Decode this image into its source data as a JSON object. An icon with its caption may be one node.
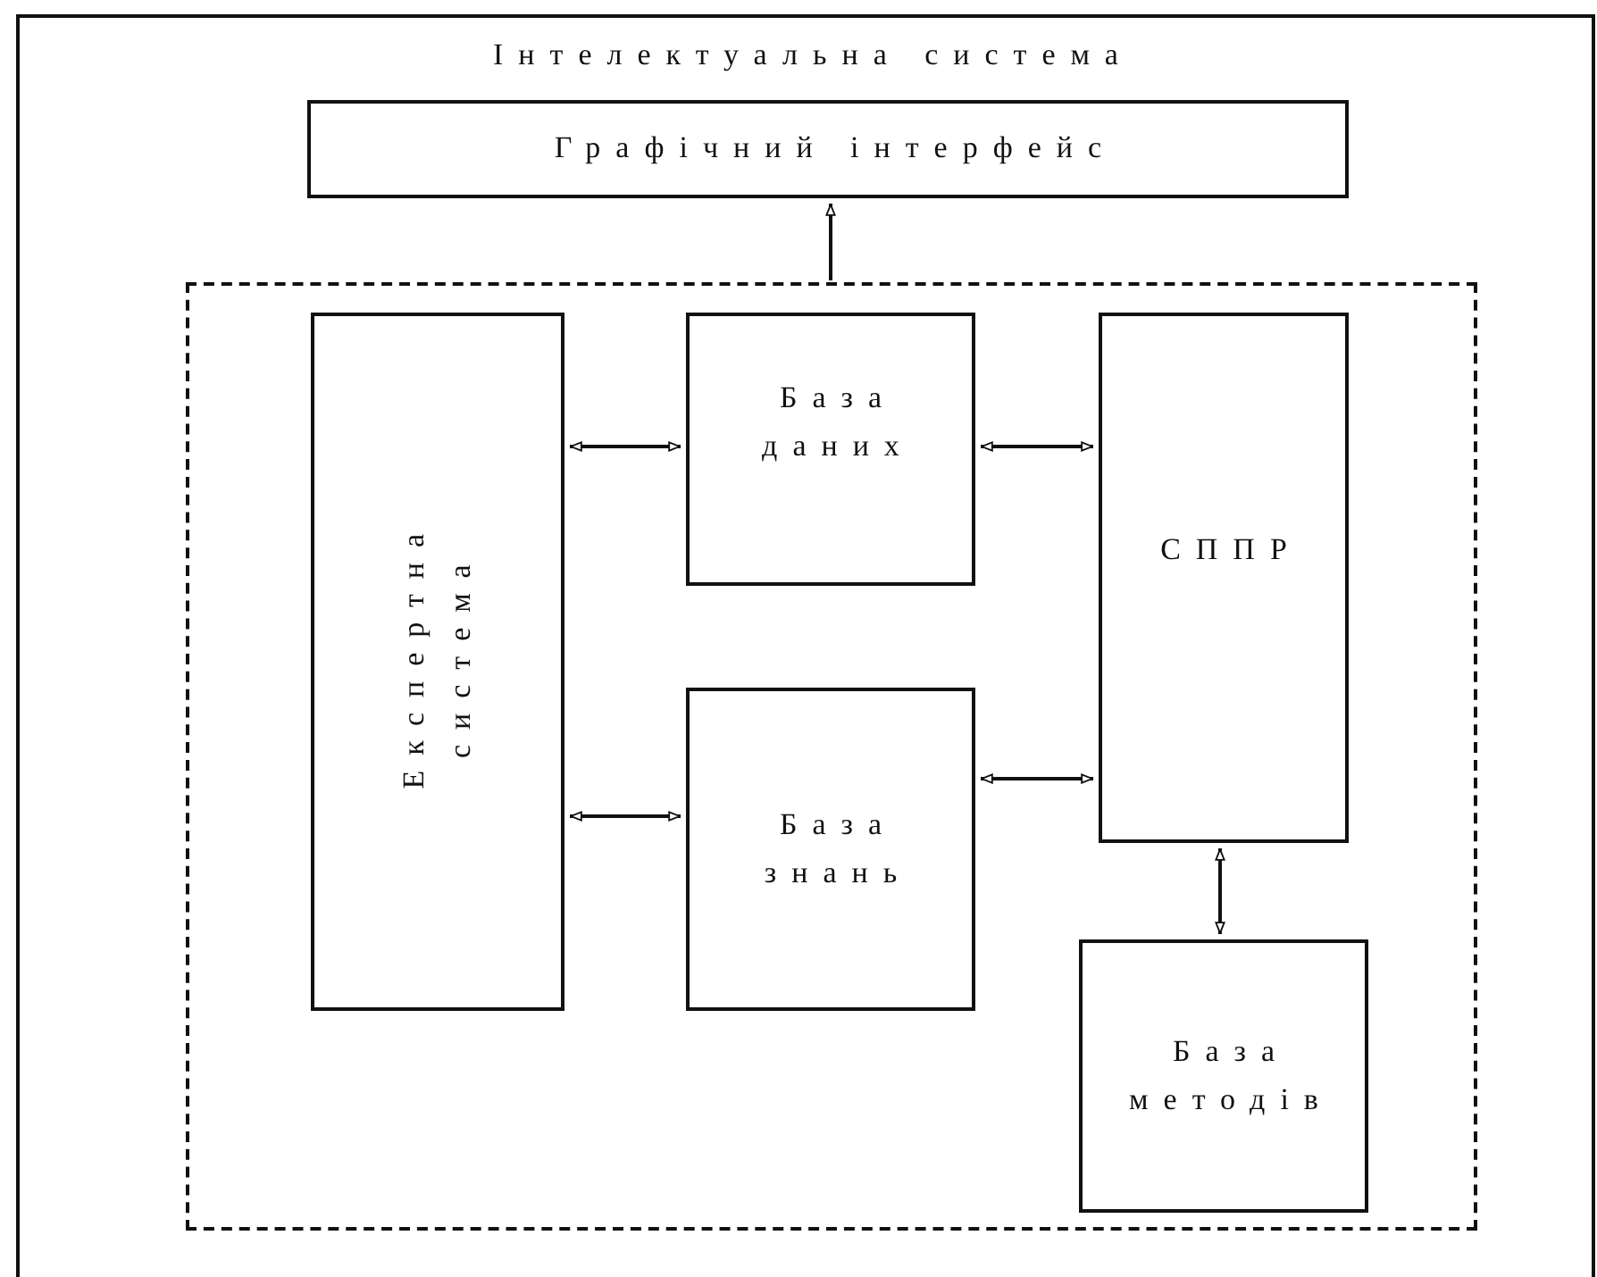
{
  "diagram": {
    "nodes": [
      {
        "text": [
          "Інтелектуальна система"
        ]
      },
      {
        "text": [
          "Графічний інтерфейс"
        ],
        "in": 0
      },
      {
        "text": [],
        "shape": "box",
        "in": 0
      },
      {
        "text": [
          "Експертна система"
        ],
        "in": 2
      },
      {
        "text": [
          "База даних"
        ],
        "in": 2
      },
      {
        "text": [
          "СППР"
        ],
        "in": 2
      },
      {
        "text": [
          "База знань"
        ],
        "in": 2
      },
      {
        "text": [
          "База методів"
        ],
        "in": 2
      }
    ],
    "edges": [
      {
        "from": 2,
        "to": 1,
        "arrow": "to"
      },
      {
        "from": 3,
        "to": 4,
        "arrow": "both"
      },
      {
        "from": 4,
        "to": 5,
        "arrow": "both"
      },
      {
        "from": 6,
        "to": 5,
        "arrow": "both"
      },
      {
        "from": 3,
        "to": 6,
        "arrow": "both"
      },
      {
        "from": 5,
        "to": 7,
        "arrow": "both"
      }
    ]
  }
}
